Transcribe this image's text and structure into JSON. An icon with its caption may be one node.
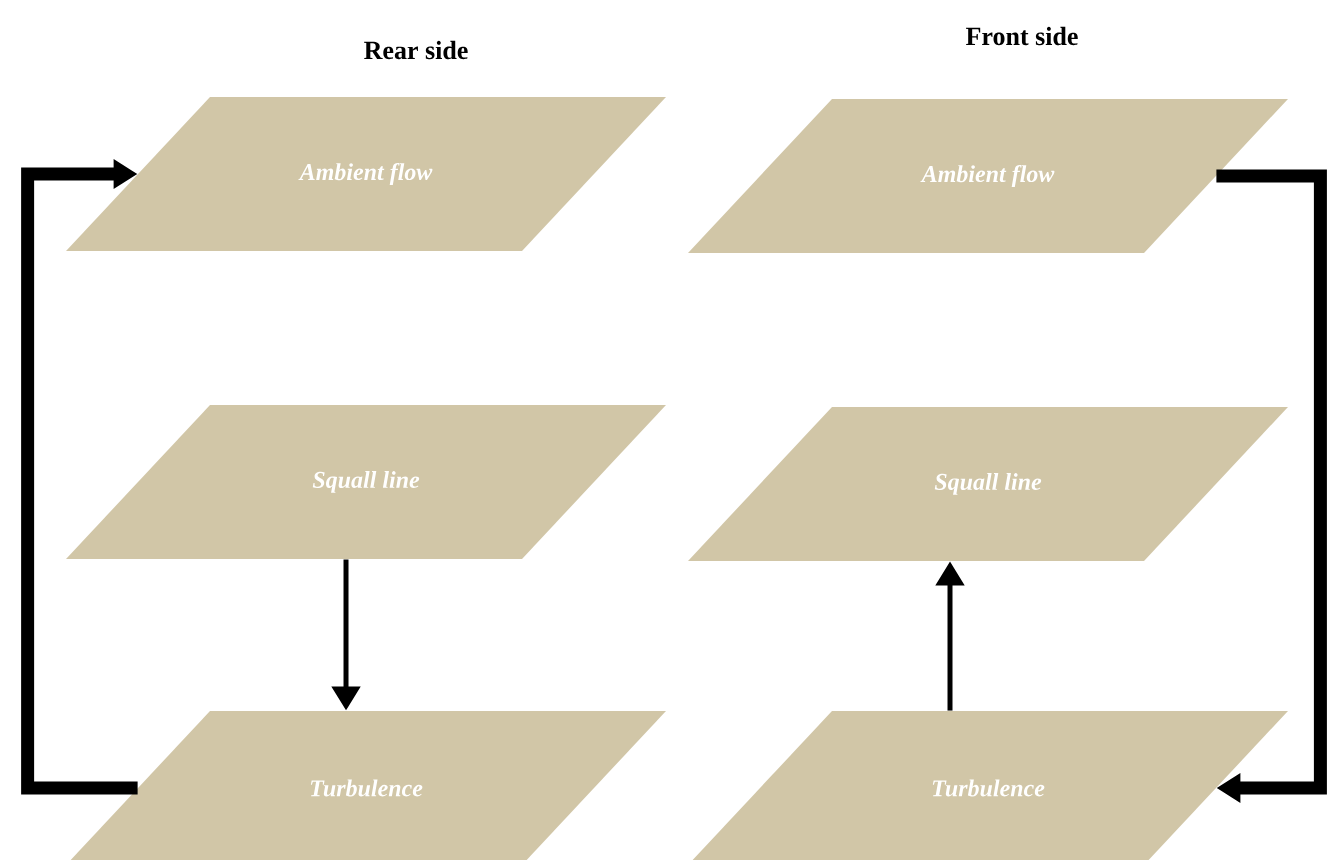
{
  "diagram": {
    "nodes": [
      {
        "text": [
          "Ambient flow"
        ]
      },
      {
        "text": [
          "Squall line"
        ]
      },
      {
        "text": [
          "Turbulence"
        ]
      },
      {
        "text": [
          "Ambient flow"
        ]
      },
      {
        "text": [
          "Squall line"
        ]
      },
      {
        "text": [
          "Turbulence"
        ]
      }
    ],
    "edges": [
      {
        "from": 1,
        "to": 2,
        "arrow": "to"
      },
      {
        "from": 2,
        "to": 0,
        "arrow": "to",
        "style": "thick"
      },
      {
        "from": 3,
        "to": 5,
        "arrow": "to",
        "style": "thick"
      },
      {
        "from": 5,
        "to": 4,
        "arrow": "to"
      }
    ],
    "labels": [
      "Rear side",
      "Front side"
    ]
  }
}
